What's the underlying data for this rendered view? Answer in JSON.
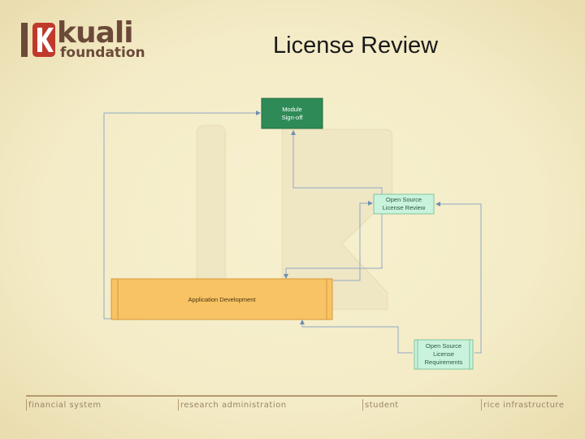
{
  "header": {
    "logo_word": "kuali",
    "logo_sub": "foundation",
    "title": "License Review"
  },
  "diagram": {
    "nodes": [
      {
        "id": "module-signoff",
        "label_lines": [
          "Module",
          "Sign-off"
        ],
        "color": "#2e8b57"
      },
      {
        "id": "os-license-review",
        "label_lines": [
          "Open Source",
          "License Review"
        ],
        "color": "#c9f3dc"
      },
      {
        "id": "app-development",
        "label_lines": [
          "Application Development"
        ],
        "color": "#f8c364"
      },
      {
        "id": "os-license-requirements",
        "label_lines": [
          "Open Source",
          "License",
          "Requirements"
        ],
        "color": "#c9f3dc"
      }
    ]
  },
  "footer": {
    "items": [
      "financial system",
      "research administration",
      "student",
      "rice infrastructure"
    ]
  },
  "colors": {
    "background": "#f3ebc4",
    "brand_brown": "#6b4a39",
    "brand_red": "#c0392b",
    "footer_text": "#9a8466",
    "connector": "#8fa9c4"
  }
}
